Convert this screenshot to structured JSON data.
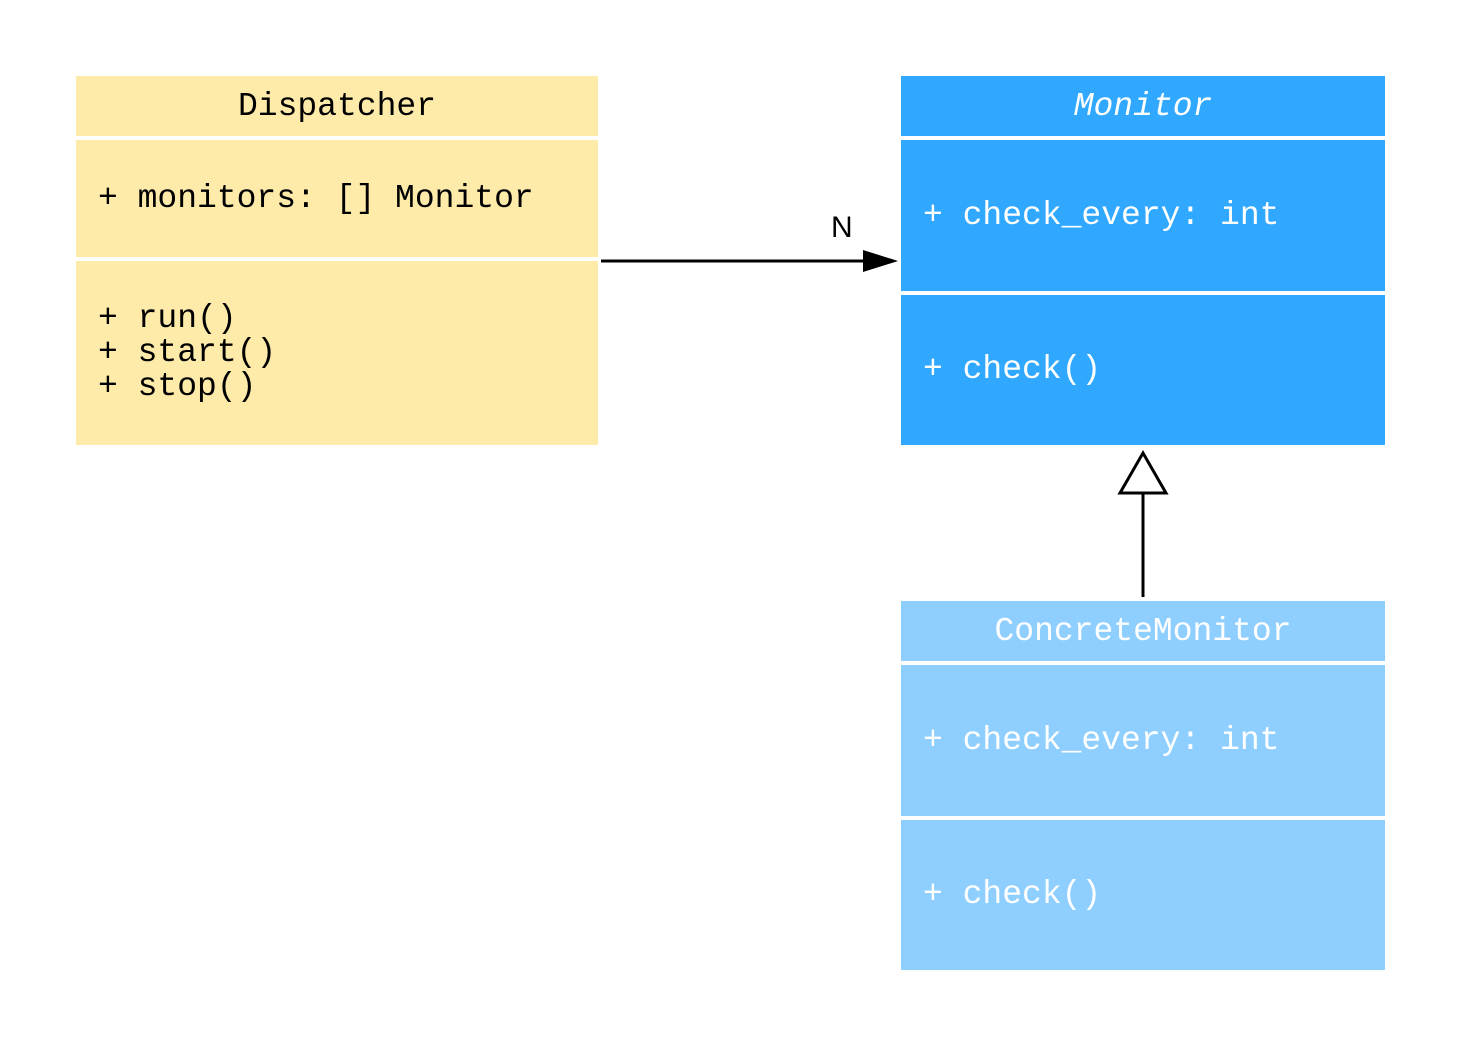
{
  "classes": {
    "dispatcher": {
      "name": "Dispatcher",
      "attributes": [
        "+ monitors: [] Monitor"
      ],
      "methods": [
        "+ run()",
        "+ start()",
        "+ stop()"
      ],
      "color": "#feebaa",
      "abstract": false
    },
    "monitor": {
      "name": "Monitor",
      "attributes": [
        "+ check_every: int"
      ],
      "methods": [
        "+ check()"
      ],
      "color": "#30a8ff",
      "abstract": true
    },
    "concrete_monitor": {
      "name": "ConcreteMonitor",
      "attributes": [
        "+ check_every: int"
      ],
      "methods": [
        "+ check()"
      ],
      "color": "#8fcfff",
      "abstract": false
    }
  },
  "relations": [
    {
      "type": "association",
      "from": "Dispatcher",
      "to": "Monitor",
      "label": "N"
    },
    {
      "type": "inheritance",
      "from": "ConcreteMonitor",
      "to": "Monitor"
    }
  ]
}
